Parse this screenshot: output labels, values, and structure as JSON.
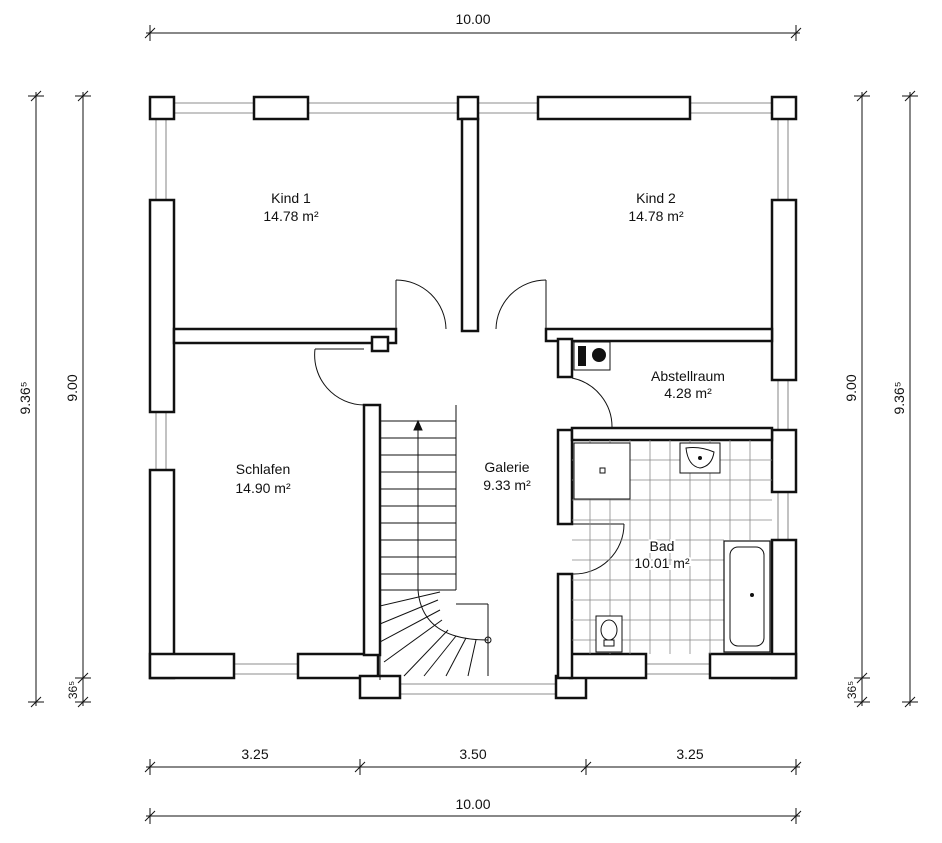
{
  "dimensions": {
    "top_total": "10.00",
    "bottom_total": "10.00",
    "bottom_segments": [
      "3.25",
      "3.50",
      "3.25"
    ],
    "left_outer": "9.36⁵",
    "left_inner": "9.00",
    "left_base": "36⁵",
    "right_inner": "9.00",
    "right_outer": "9.36⁵",
    "right_base": "36⁵"
  },
  "rooms": [
    {
      "name": "Kind 1",
      "area": "14.78 m²"
    },
    {
      "name": "Kind 2",
      "area": "14.78 m²"
    },
    {
      "name": "Abstellraum",
      "area": "4.28 m²"
    },
    {
      "name": "Schlafen",
      "area": "14.90 m²"
    },
    {
      "name": "Galerie",
      "area": "9.33 m²"
    },
    {
      "name": "Bad",
      "area": "10.01 m²"
    }
  ]
}
